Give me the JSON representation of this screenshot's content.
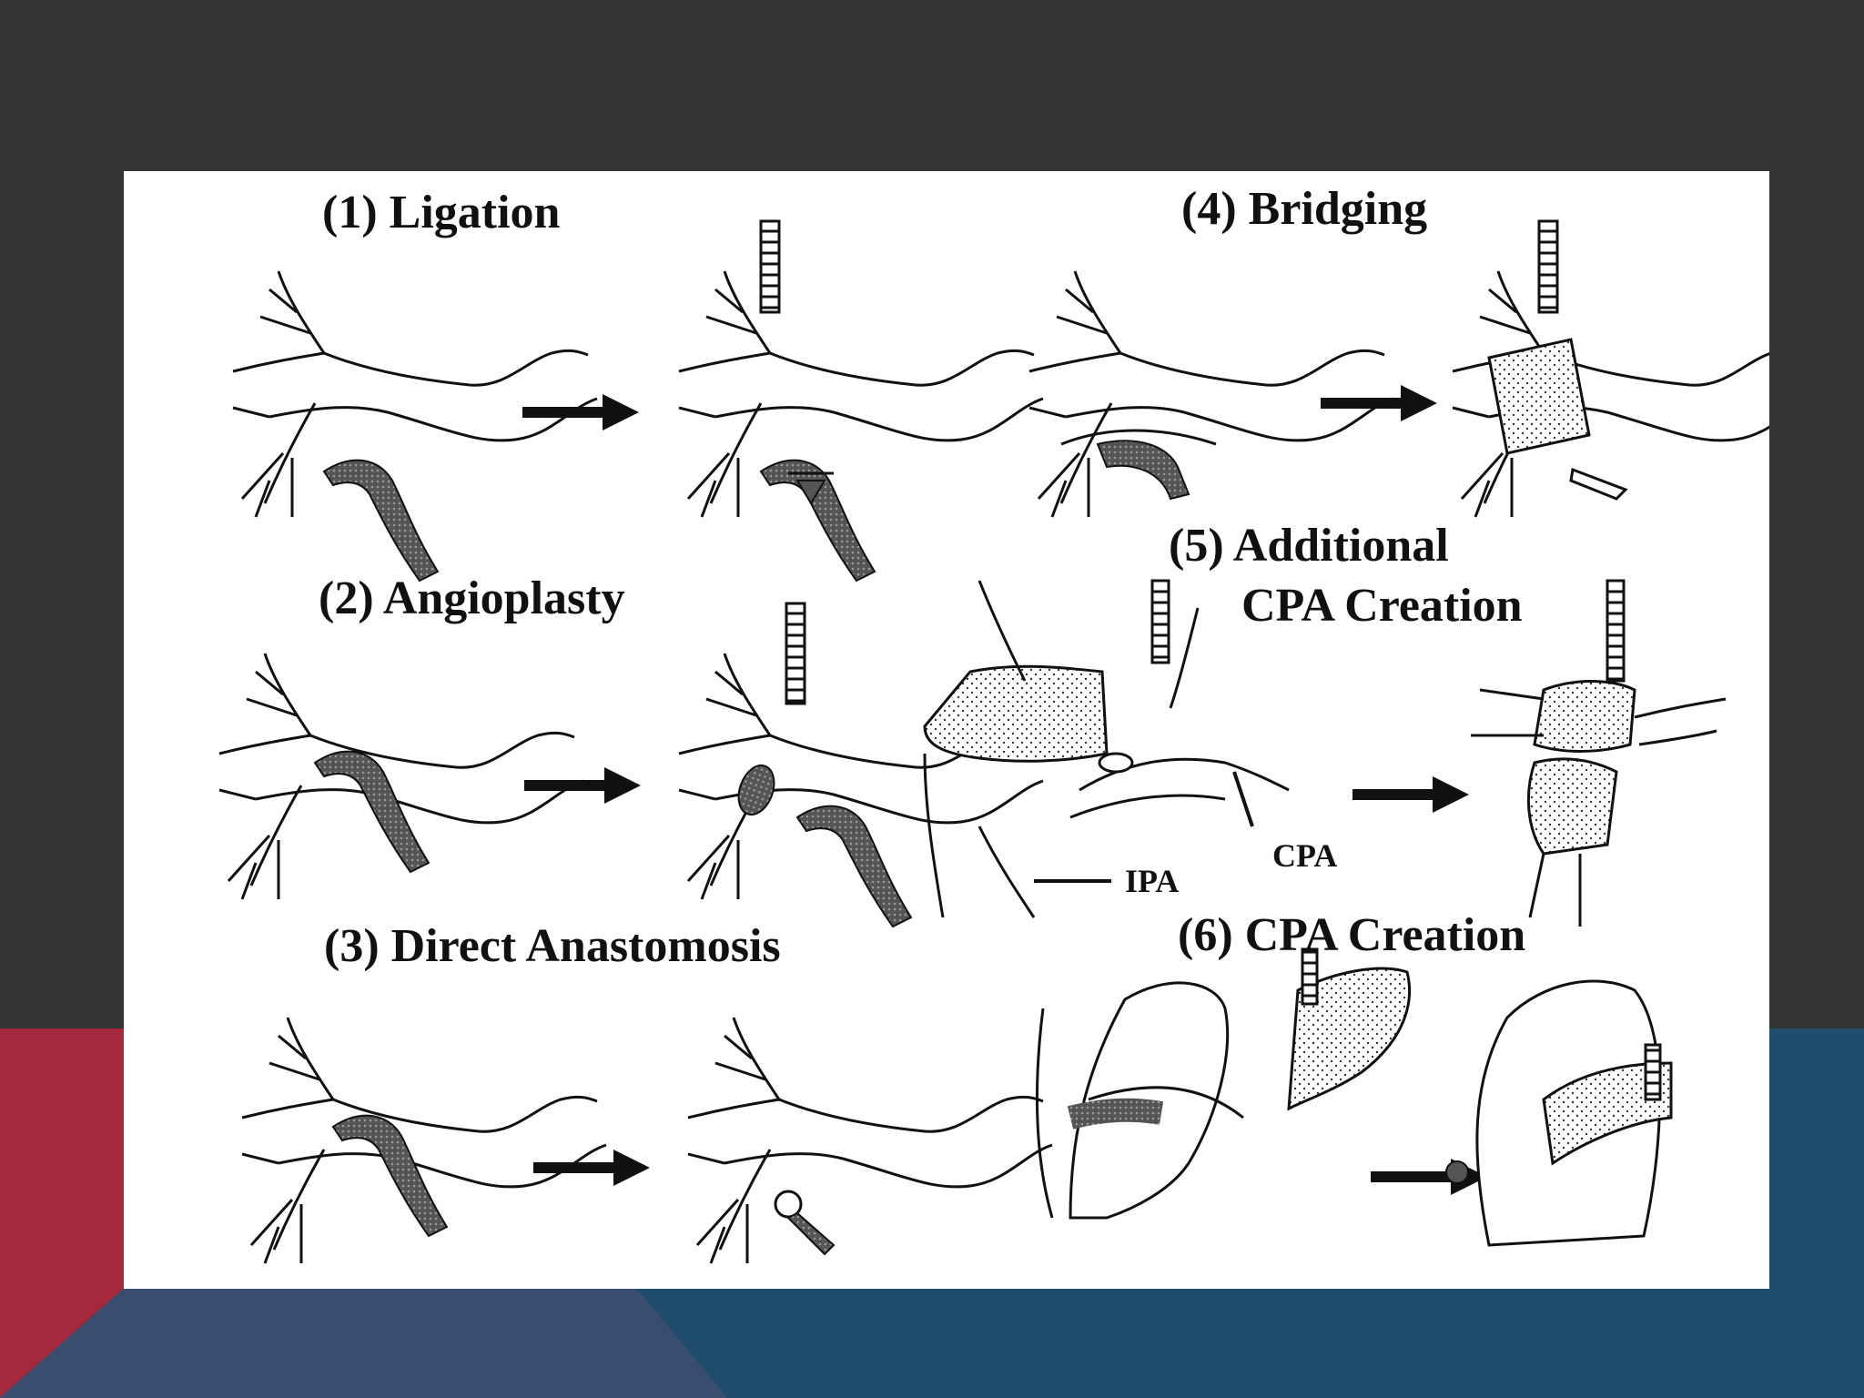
{
  "colors": {
    "background": "#333435",
    "red_band": "#a5283c",
    "slate_band": "#394e6e",
    "teal_band": "#1f4d6b",
    "panel": "#ffffff"
  },
  "labels": {
    "ligation": "(1) Ligation",
    "angioplasty": "(2) Angioplasty",
    "direct_anastomosis": "(3) Direct Anastomosis",
    "bridging": "(4) Bridging",
    "additional_line1": "(5) Additional",
    "additional_line2": "CPA Creation",
    "cpa_creation": "(6) CPA Creation",
    "ipa": "IPA",
    "cpa": "CPA"
  }
}
